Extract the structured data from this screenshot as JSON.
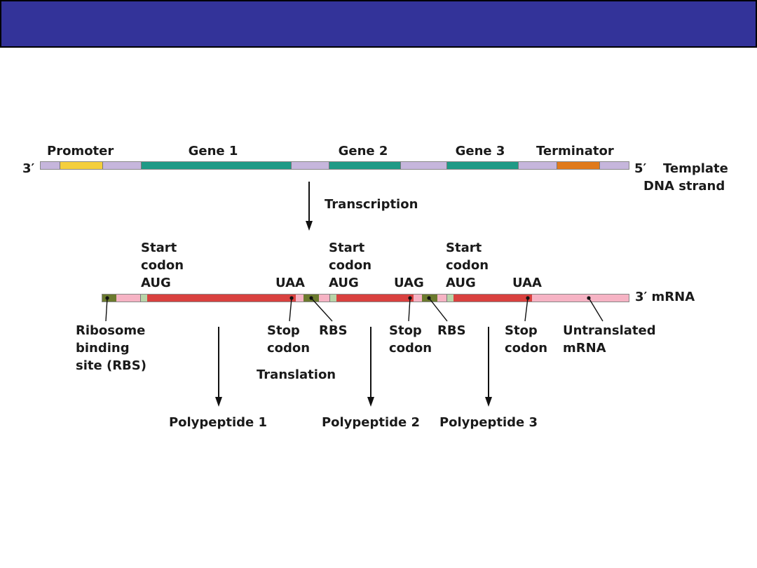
{
  "slide": {
    "title_bar_color": "#333399"
  },
  "dna": {
    "end_3": "3′",
    "end_5": "5′",
    "strand_label_line1": "Template",
    "strand_label_line2": "DNA strand",
    "labels": {
      "promoter": "Promoter",
      "gene1": "Gene 1",
      "gene2": "Gene 2",
      "gene3": "Gene 3",
      "terminator": "Terminator"
    },
    "colors": {
      "spacer": "#c6b6dc",
      "promoter": "#f4cf3c",
      "gene": "#1f9a86",
      "terminator": "#e07a1c"
    }
  },
  "process": {
    "transcription": "Transcription",
    "translation": "Translation"
  },
  "mrna": {
    "end_label": "3′ mRNA",
    "start_codon_lines": [
      "Start",
      "codon",
      "AUG"
    ],
    "stop_codon_lines": [
      "Stop",
      "codon"
    ],
    "codons": {
      "uaa": "UAA",
      "uag": "UAG"
    },
    "rbs": "RBS",
    "rbs_full_lines": [
      "Ribosome",
      "binding",
      "site (RBS)"
    ],
    "untranslated_lines": [
      "Untranslated",
      "mRNA"
    ],
    "colors": {
      "utr": "#f6b3c4",
      "coding": "#d9413f",
      "rbs": "#6b7a2e",
      "start": "#b8d4a8"
    }
  },
  "products": {
    "p1": "Polypeptide 1",
    "p2": "Polypeptide 2",
    "p3": "Polypeptide 3"
  }
}
